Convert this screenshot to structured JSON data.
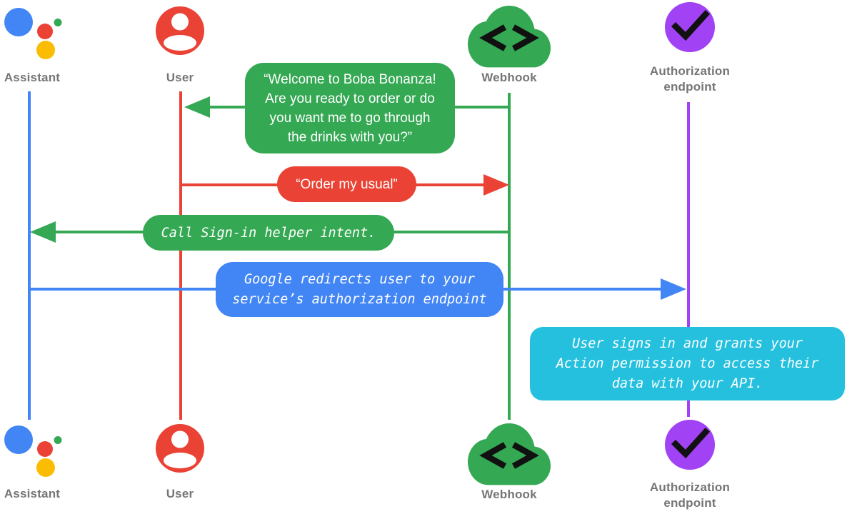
{
  "diagram": {
    "type": "sequence-diagram",
    "background": "#FFFFFF"
  },
  "colors": {
    "blue": "#4285F4",
    "red": "#EA4335",
    "green": "#34A853",
    "yellow": "#FBBC04",
    "purple": "#A142F4",
    "cyan": "#26C0DF",
    "label": "#757575",
    "glyph": "#111111",
    "bubbleText": "#FFFFFF",
    "background": "#FFFFFF"
  },
  "actors": {
    "assistant": {
      "label": "Assistant",
      "icon": "google-assistant-logo",
      "color": "#4285F4"
    },
    "user": {
      "label": "User",
      "icon": "person-circle-icon",
      "color": "#EA4335"
    },
    "webhook": {
      "label": "Webhook",
      "icon": "cloud-code-icon",
      "color": "#34A853"
    },
    "auth": {
      "label_line1": "Authorization",
      "label_line2": "endpoint",
      "icon": "check-circle-icon",
      "color": "#A142F4"
    }
  },
  "messages": {
    "welcome": {
      "from": "Webhook",
      "to": "User",
      "color": "#34A853",
      "lines": [
        "“Welcome to Boba Bonanza!",
        "Are you ready to order or do",
        "you want me to go through",
        "the drinks with you?”"
      ]
    },
    "order": {
      "from": "User",
      "to": "Webhook",
      "color": "#EA4335",
      "lines": [
        "“Order my usual”"
      ]
    },
    "signin": {
      "from": "Webhook",
      "to": "Assistant",
      "color": "#34A853",
      "lines": [
        "Call Sign-in helper intent."
      ]
    },
    "redirect": {
      "from": "Assistant",
      "to": "Authorization endpoint",
      "color": "#4285F4",
      "lines": [
        "Google redirects user to your",
        "service’s authorization endpoint"
      ]
    },
    "note": {
      "at": "Authorization endpoint",
      "color": "#26C0DF",
      "lines": [
        "User signs in and grants your",
        "Action permission to access their",
        "data with your API."
      ]
    }
  }
}
